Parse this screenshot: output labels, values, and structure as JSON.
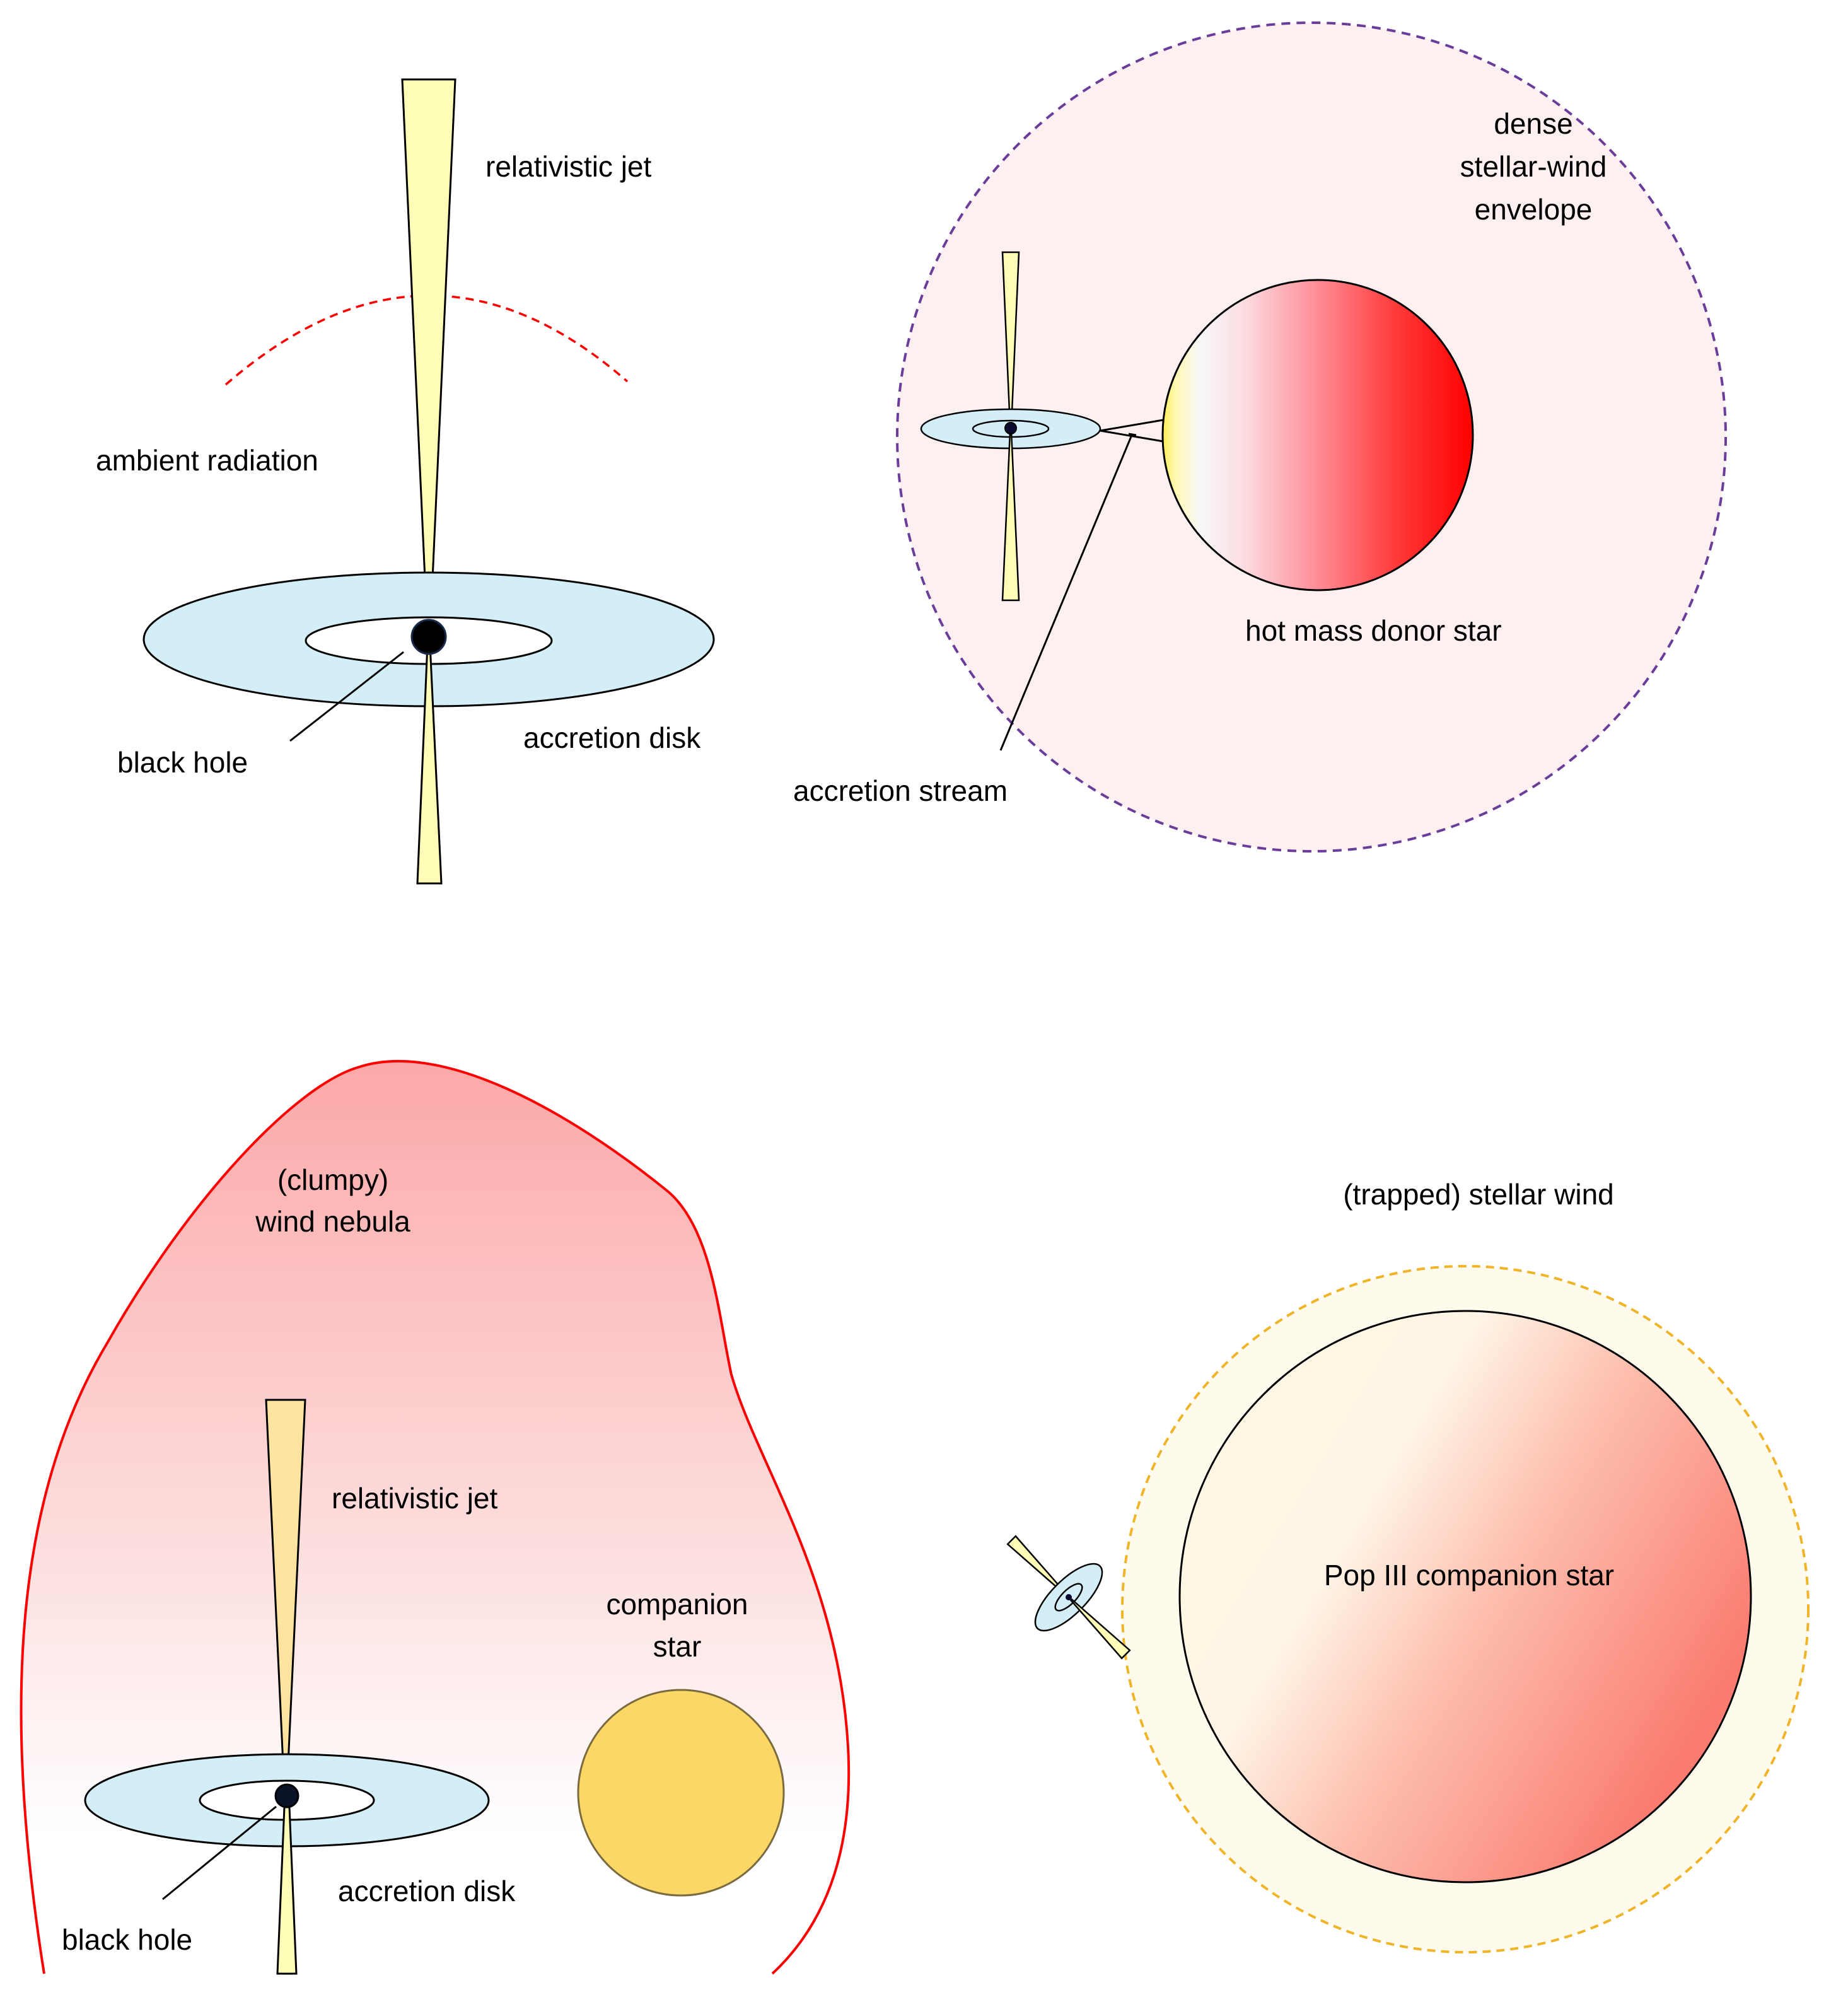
{
  "panel_top_left": {
    "relativistic_jet": "relativistic jet",
    "ambient_radiation": "ambient radiation",
    "black_hole": "black hole",
    "accretion_disk": "accretion disk"
  },
  "panel_top_right": {
    "envelope_line1": "dense",
    "envelope_line2": "stellar-wind",
    "envelope_line3": "envelope",
    "donor_star": "hot mass donor star",
    "accretion_stream": "accretion stream"
  },
  "panel_bottom_left": {
    "nebula_line1": "(clumpy)",
    "nebula_line2": "wind nebula",
    "relativistic_jet": "relativistic jet",
    "companion_line1": "companion",
    "companion_line2": "star",
    "accretion_disk": "accretion disk",
    "black_hole": "black hole"
  },
  "panel_bottom_right": {
    "stellar_wind": "(trapped) stellar wind",
    "companion_star": "Pop III companion star"
  },
  "colors": {
    "jet": "#FFFDB8",
    "disk": "#D4EEF8",
    "envelope": "#FEF0F0",
    "donor_star_hot": "#FF0000",
    "nebula": "#FCAAAA",
    "companion_star": "#FBD765",
    "pop3_star": "#FA8072",
    "ambient_radiation": "#FF0000",
    "envelope_border": "#6A3D9A",
    "stellar_wind_border": "#F0B429"
  }
}
